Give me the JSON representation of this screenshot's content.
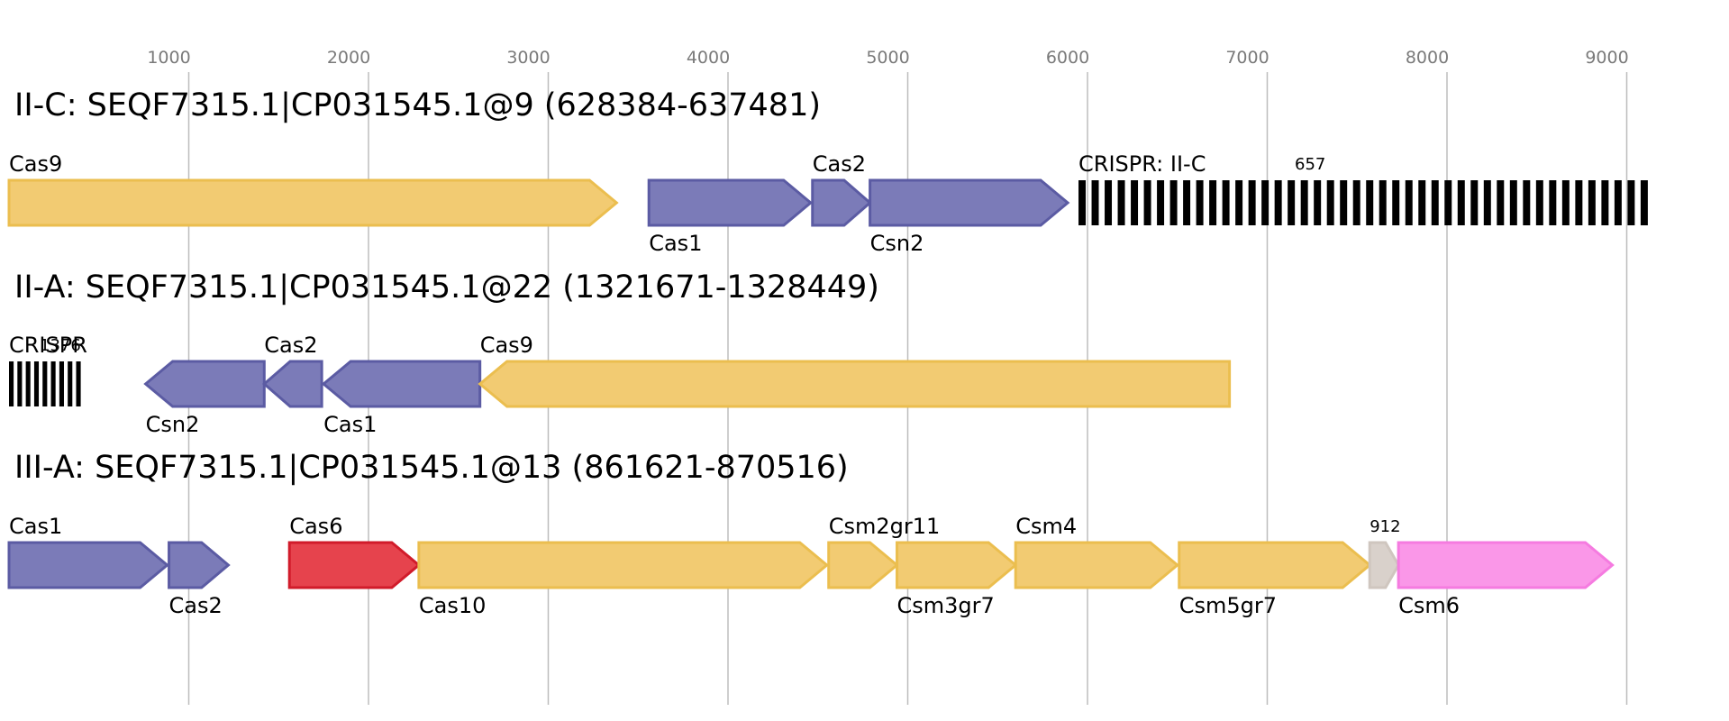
{
  "axis": {
    "ticks": [
      1000,
      2000,
      3000,
      4000,
      5000,
      6000,
      7000,
      8000,
      9000
    ],
    "domain": [
      0,
      9500
    ]
  },
  "colors": {
    "yellow_fill": "#f2cb72",
    "yellow_stroke": "#ebbe4f",
    "blue_fill": "#7b7bb8",
    "blue_stroke": "#5b5ba3",
    "red_fill": "#e6434d",
    "red_stroke": "#d11b2a",
    "pink_fill": "#fa97e8",
    "pink_stroke": "#f57be0",
    "gray_fill": "#d9d1cb",
    "gray_stroke": "#cfc6bf",
    "grid": "#bdbdbd",
    "crispr": "#000000"
  },
  "tracks": [
    {
      "title": "II-C: SEQF7315.1|CP031545.1@9 (628384-637481)",
      "genes": [
        {
          "name": "Cas9",
          "start": 0,
          "end": 3380,
          "strand": "+",
          "color": "yellow",
          "label_pos": "above"
        },
        {
          "name": "Cas1",
          "start": 3560,
          "end": 4460,
          "strand": "+",
          "color": "blue",
          "label_pos": "below"
        },
        {
          "name": "Cas2",
          "start": 4470,
          "end": 4790,
          "strand": "+",
          "color": "blue",
          "label_pos": "above"
        },
        {
          "name": "Csn2",
          "start": 4790,
          "end": 5890,
          "strand": "+",
          "color": "blue",
          "label_pos": "below"
        }
      ],
      "crispr": {
        "label": "CRISPR: II-C",
        "count": "657",
        "start": 5950,
        "end": 9150,
        "bars": 44
      }
    },
    {
      "title": "II-A: SEQF7315.1|CP031545.1@22 (1321671-1328449)",
      "genes": [
        {
          "name": "Csn2",
          "start": 760,
          "end": 1420,
          "strand": "-",
          "color": "blue",
          "label_pos": "below"
        },
        {
          "name": "Cas2",
          "start": 1420,
          "end": 1740,
          "strand": "-",
          "color": "blue",
          "label_pos": "above"
        },
        {
          "name": "Cas1",
          "start": 1750,
          "end": 2620,
          "strand": "-",
          "color": "blue",
          "label_pos": "below"
        },
        {
          "name": "Cas9",
          "start": 2620,
          "end": 6790,
          "strand": "-",
          "color": "yellow",
          "label_pos": "above"
        }
      ],
      "crispr": {
        "label": "CRISPR",
        "count": "1376",
        "start": 0,
        "end": 420,
        "bars": 9
      }
    },
    {
      "title": "III-A: SEQF7315.1|CP031545.1@13 (861621-870516)",
      "genes": [
        {
          "name": "Cas1",
          "start": 0,
          "end": 880,
          "strand": "+",
          "color": "blue",
          "label_pos": "above"
        },
        {
          "name": "Cas2",
          "start": 890,
          "end": 1220,
          "strand": "+",
          "color": "blue",
          "label_pos": "below"
        },
        {
          "name": "Cas6",
          "start": 1560,
          "end": 2280,
          "strand": "+",
          "color": "red",
          "label_pos": "above"
        },
        {
          "name": "Cas10",
          "start": 2280,
          "end": 4550,
          "strand": "+",
          "color": "yellow",
          "label_pos": "below"
        },
        {
          "name": "Csm2gr11",
          "start": 4560,
          "end": 4940,
          "strand": "+",
          "color": "yellow",
          "label_pos": "above"
        },
        {
          "name": "Csm3gr7",
          "start": 4940,
          "end": 5600,
          "strand": "+",
          "color": "yellow",
          "label_pos": "below"
        },
        {
          "name": "Csm4",
          "start": 5600,
          "end": 6500,
          "strand": "+",
          "color": "yellow",
          "label_pos": "above"
        },
        {
          "name": "Csm5gr7",
          "start": 6510,
          "end": 7570,
          "strand": "+",
          "color": "yellow",
          "label_pos": "below"
        },
        {
          "name": "912",
          "start": 7570,
          "end": 7730,
          "strand": "+",
          "color": "gray",
          "label_pos": "above-small"
        },
        {
          "name": "Csm6",
          "start": 7730,
          "end": 8920,
          "strand": "+",
          "color": "pink",
          "label_pos": "below"
        }
      ]
    }
  ]
}
